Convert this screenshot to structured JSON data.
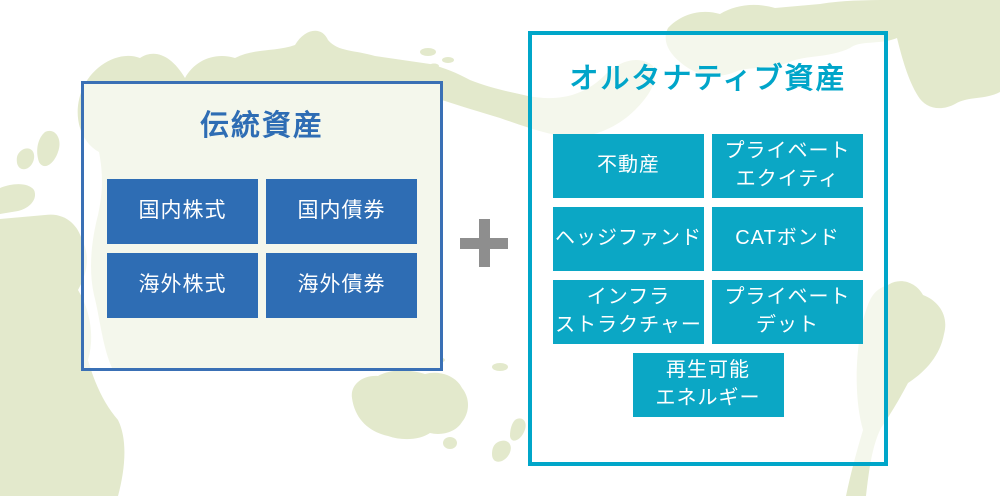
{
  "figure": {
    "plus": {
      "glyph": "+",
      "color": "#8e8e8e"
    },
    "map": {
      "land_color": "#e3e9cc"
    }
  },
  "traditional_assets": {
    "title": "伝統資産",
    "accent_color": "#2e6db4",
    "button_color": "#2e6db4",
    "items": [
      {
        "label": "国内株式"
      },
      {
        "label": "国内債券"
      },
      {
        "label": "海外株式"
      },
      {
        "label": "海外債券"
      }
    ]
  },
  "alternative_assets": {
    "title": "オルタナティブ資産",
    "accent_color": "#00a5c9",
    "button_color": "#0ba7c5",
    "items": [
      {
        "label": "不動産"
      },
      {
        "label": "プライベート\nエクイティ"
      },
      {
        "label": "ヘッジファンド"
      },
      {
        "label": "CATボンド"
      },
      {
        "label": "インフラ\nストラクチャー"
      },
      {
        "label": "プライベート\nデット"
      },
      {
        "label": "再生可能\nエネルギー"
      }
    ]
  }
}
